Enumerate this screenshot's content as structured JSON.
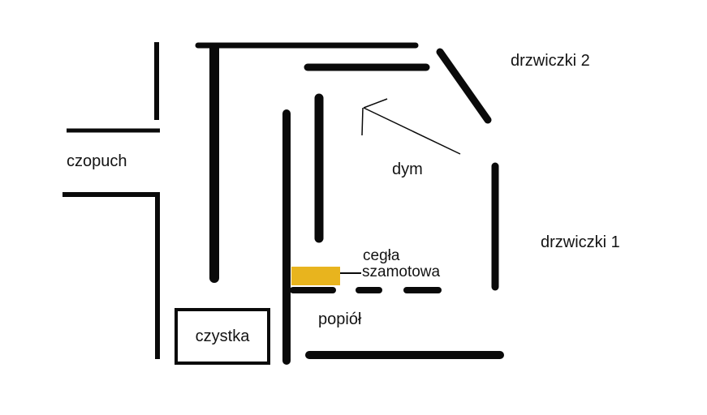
{
  "labels": {
    "czopuch": "czopuch",
    "drzwiczki2": "drzwiczki 2",
    "dym": "dym",
    "drzwiczki1": "drzwiczki 1",
    "cegla_line1": "cegła",
    "cegla_line2": "szamotowa",
    "popiol": "popiół",
    "czystka": "czystka"
  },
  "colors": {
    "wall": "#0a0a0a",
    "text": "#131313",
    "firebrick": "#e8b41e",
    "background": "#ffffff"
  }
}
